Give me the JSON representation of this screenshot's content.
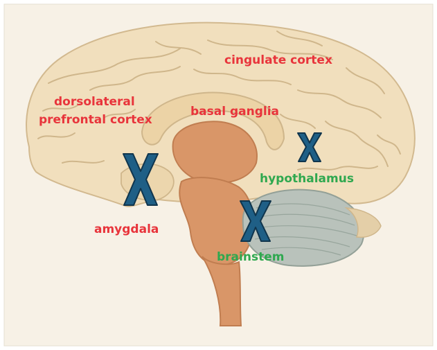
{
  "labels": {
    "cingulate_cortex": "cingulate cortex",
    "dorsolateral_line1": "dorsolateral",
    "dorsolateral_line2": "prefrontal cortex",
    "basal_ganglia": "basal ganglia",
    "hypothalamus": "hypothalamus",
    "amygdala": "amygdala",
    "brainstem": "brainstem"
  },
  "markers": [
    "amygdala-marker",
    "brainstem-marker",
    "hypothalamus-marker"
  ],
  "colors": {
    "label_red": "#e8343b",
    "label_green": "#2fa84f",
    "marker_fill": "#1f5f86",
    "marker_outline": "#10354d",
    "cortex": "#f1dfbd",
    "cortex_line": "#cfb68b",
    "deep_structure": "#d99668",
    "cerebellum": "#b9c2bb",
    "background": "#f7f1e6"
  }
}
